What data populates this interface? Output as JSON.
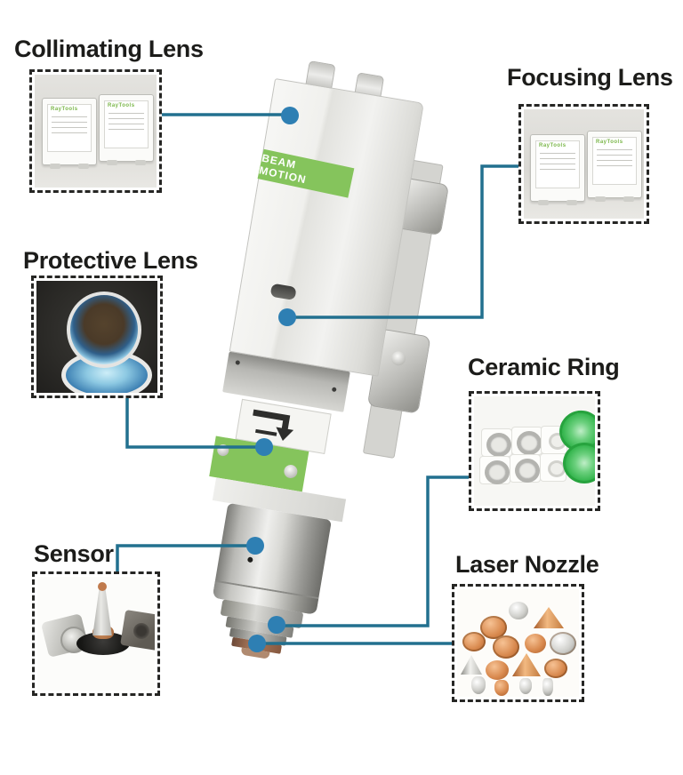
{
  "colors": {
    "connector_line": "#22708f",
    "connector_dot": "#2e7fb3",
    "band_green": "#85c45c",
    "title_text": "#1c1c1a",
    "dashed_border": "#262624",
    "brand_green": "#7ab648"
  },
  "callouts": {
    "collimating": {
      "label": "Collimating Lens"
    },
    "focusing": {
      "label": "Focusing Lens"
    },
    "protective": {
      "label": "Protective Lens"
    },
    "ceramic": {
      "label": "Ceramic Ring"
    },
    "sensor": {
      "label": "Sensor"
    },
    "nozzle": {
      "label": "Laser Nozzle"
    }
  },
  "head": {
    "band_text": "BEAM MOTION"
  },
  "lens_package": {
    "brand": "RayTools"
  }
}
